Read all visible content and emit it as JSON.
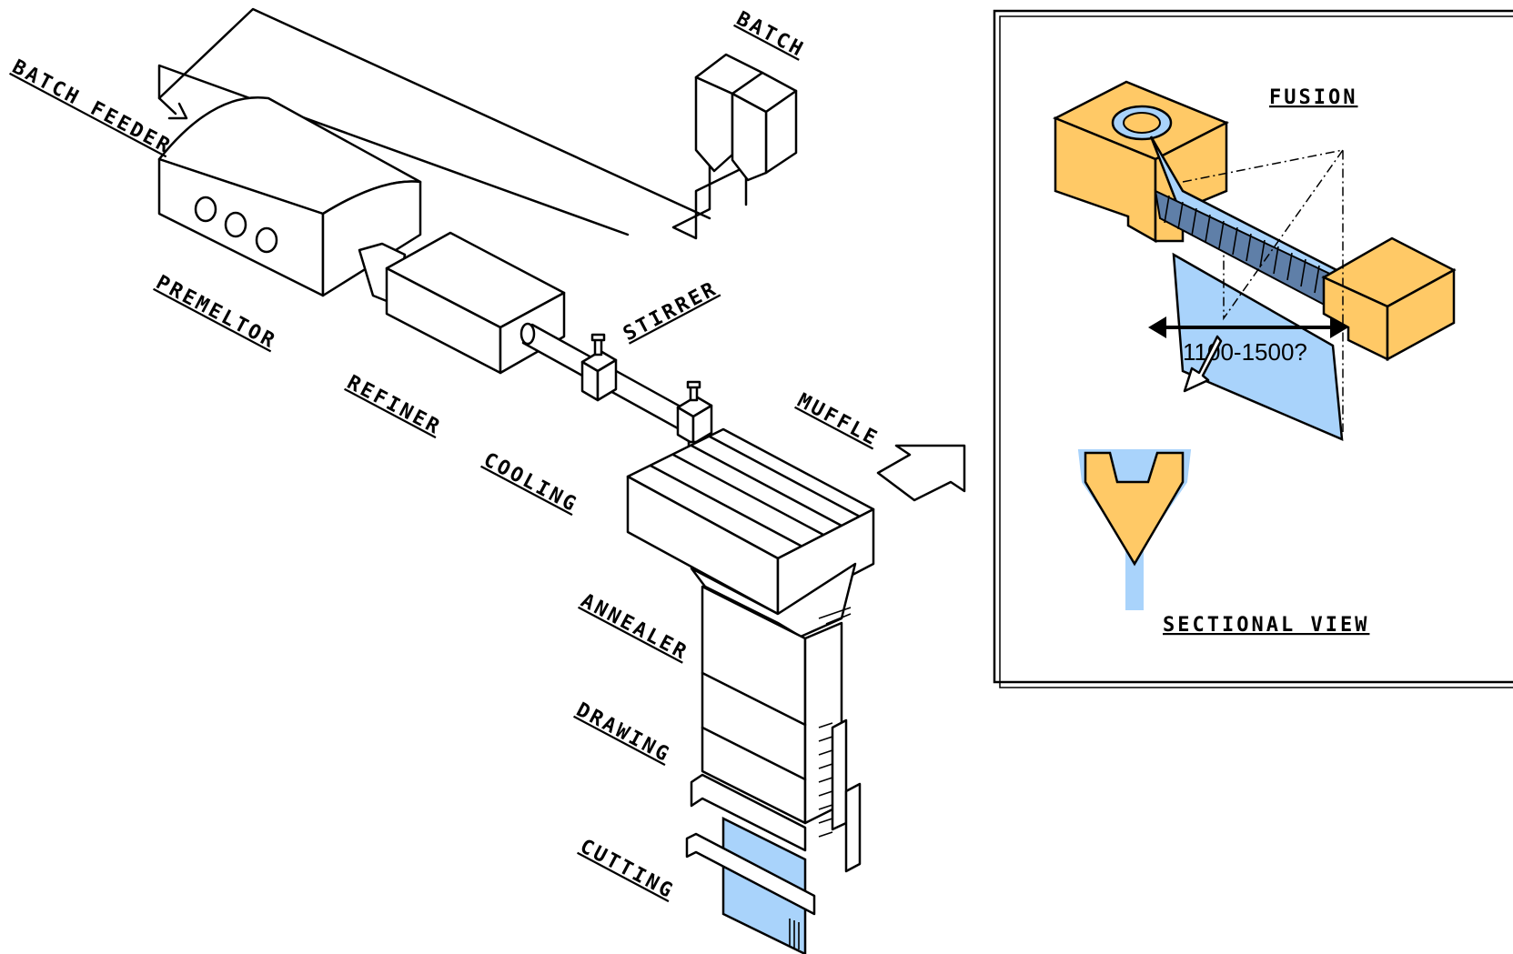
{
  "labels": {
    "batch_feeder": "BATCH FEEDER",
    "batch": "BATCH",
    "premeltor": "PREMELTOR",
    "refiner": "REFINER",
    "cooling": "COOLING",
    "stirrer": "STIRRER",
    "muffle": "MUFFLE",
    "annealer": "ANNEALER",
    "drawing": "DRAWING",
    "cutting": "CUTTING",
    "fusion": "FUSION",
    "sectional_view": "SECTIONAL VIEW",
    "dimension": "1100-1500?"
  },
  "colors": {
    "line": "#000000",
    "isopipe": "#FFC966",
    "glass": "#A9D3FB",
    "background": "#FFFFFF"
  }
}
